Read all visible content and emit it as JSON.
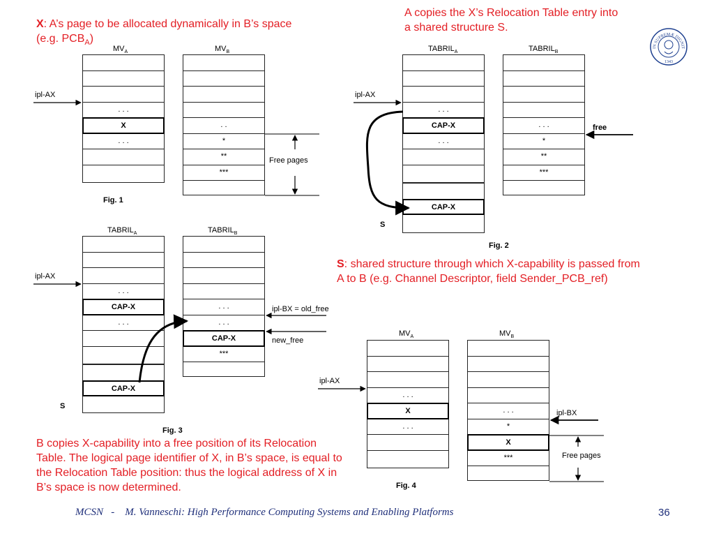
{
  "captions": {
    "top_left_bold": "X",
    "top_left_rest": ": A’s page to be allocated dynamically in B’s space",
    "top_left_line2": "(e.g. PCB",
    "top_left_line2_sub": "A",
    "top_left_line2_end": ")",
    "top_right_line1": "A copies the X’s Relocation Table entry into",
    "top_right_line2": "a shared structure S.",
    "mid_right_bold": "S",
    "mid_right_rest": ": shared structure through which X-capability is passed from",
    "mid_right_line2": "A to B (e.g. Channel Descriptor, field Sender_PCB_ref)",
    "bottom_left_line1": "B copies X-capability into a free position of its Relocation",
    "bottom_left_line2": "Table. The logical page identifier of X, in B’s space, is equal to",
    "bottom_left_line3": "the Relocation Table position: thus the logical address of X in",
    "bottom_left_line4": "B’s space is now determined."
  },
  "fig1": {
    "title_a": "MV",
    "title_a_sub": "A",
    "title_b": "MV",
    "title_b_sub": "B",
    "table_a": [
      "",
      "",
      "",
      ". . .",
      "X",
      ". . .",
      "",
      ""
    ],
    "table_b": [
      "",
      "",
      "",
      "",
      ". .",
      "*",
      "**",
      "***",
      ""
    ],
    "pointer": "ipl-AX",
    "free_label": "Free pages",
    "caption": "Fig. 1"
  },
  "fig2": {
    "title_a": "TABRIL",
    "title_a_sub": "A",
    "title_b": "TABRIL",
    "title_b_sub": "B",
    "table_a": [
      "",
      "",
      "",
      ". . .",
      "CAP-X",
      ". . .",
      "",
      ""
    ],
    "table_b": [
      "",
      "",
      "",
      "",
      ". . .",
      "*",
      "**",
      "***",
      ""
    ],
    "pointer": "ipl-AX",
    "free_label": "free",
    "s_cells": [
      "",
      "CAP-X",
      ""
    ],
    "s_label": "S",
    "caption": "Fig. 2"
  },
  "fig3": {
    "title_a": "TABRIL",
    "title_a_sub": "A",
    "title_b": "TABRIL",
    "title_b_sub": "B",
    "table_a": [
      "",
      "",
      "",
      ". . .",
      "CAP-X",
      ". . .",
      "",
      ""
    ],
    "table_b": [
      "",
      "",
      "",
      "",
      ". . .",
      ". . .",
      "CAP-X",
      "***",
      ""
    ],
    "pointer": "ipl-AX",
    "old_free": "ipl-BX = old_free",
    "new_free": "new_free",
    "s_cells": [
      "",
      "CAP-X",
      ""
    ],
    "s_label": "S",
    "caption": "Fig. 3"
  },
  "fig4": {
    "title_a": "MV",
    "title_a_sub": "A",
    "title_b": "MV",
    "title_b_sub": "B",
    "table_a": [
      "",
      "",
      "",
      ". . .",
      "X",
      ". . .",
      "",
      ""
    ],
    "table_b": [
      "",
      "",
      "",
      "",
      ". . .",
      "*",
      "X",
      "***",
      ""
    ],
    "pointer": "ipl-AX",
    "pointer_b": "ipl-BX",
    "free_label": "Free pages",
    "caption": "Fig. 4"
  },
  "footer": {
    "text": "MCSN   -    M. Vanneschi: High Performance Computing Systems and Enabling Platforms",
    "page": "36"
  },
  "seal": {
    "inscription": "IN SUPREMÆ DIGNITATIS",
    "year": "1343"
  },
  "colors": {
    "accent": "#e31e24",
    "footer": "#1f2f7a",
    "line": "#000000"
  }
}
